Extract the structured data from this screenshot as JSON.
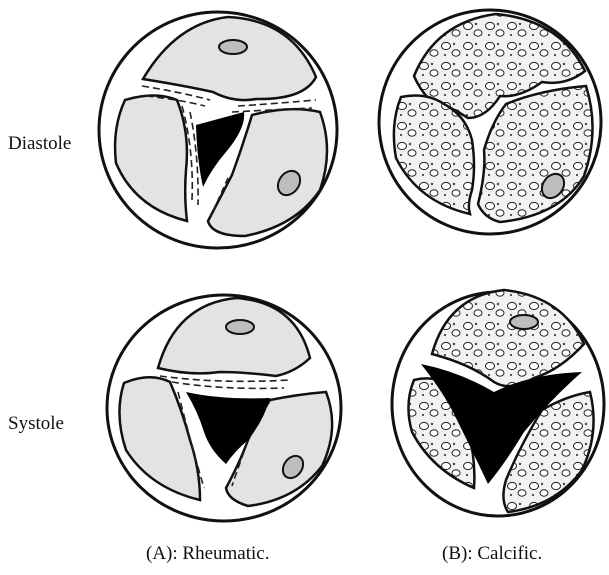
{
  "rows": {
    "diastole": "Diastole",
    "systole": "Systole"
  },
  "captions": {
    "a": "(A): Rheumatic.",
    "b": "(B): Calcific."
  },
  "colors": {
    "outline": "#111111",
    "cusp_fill": "#e3e3e3",
    "orifice": "#000000",
    "ostium_fill": "#bdbdbd"
  }
}
